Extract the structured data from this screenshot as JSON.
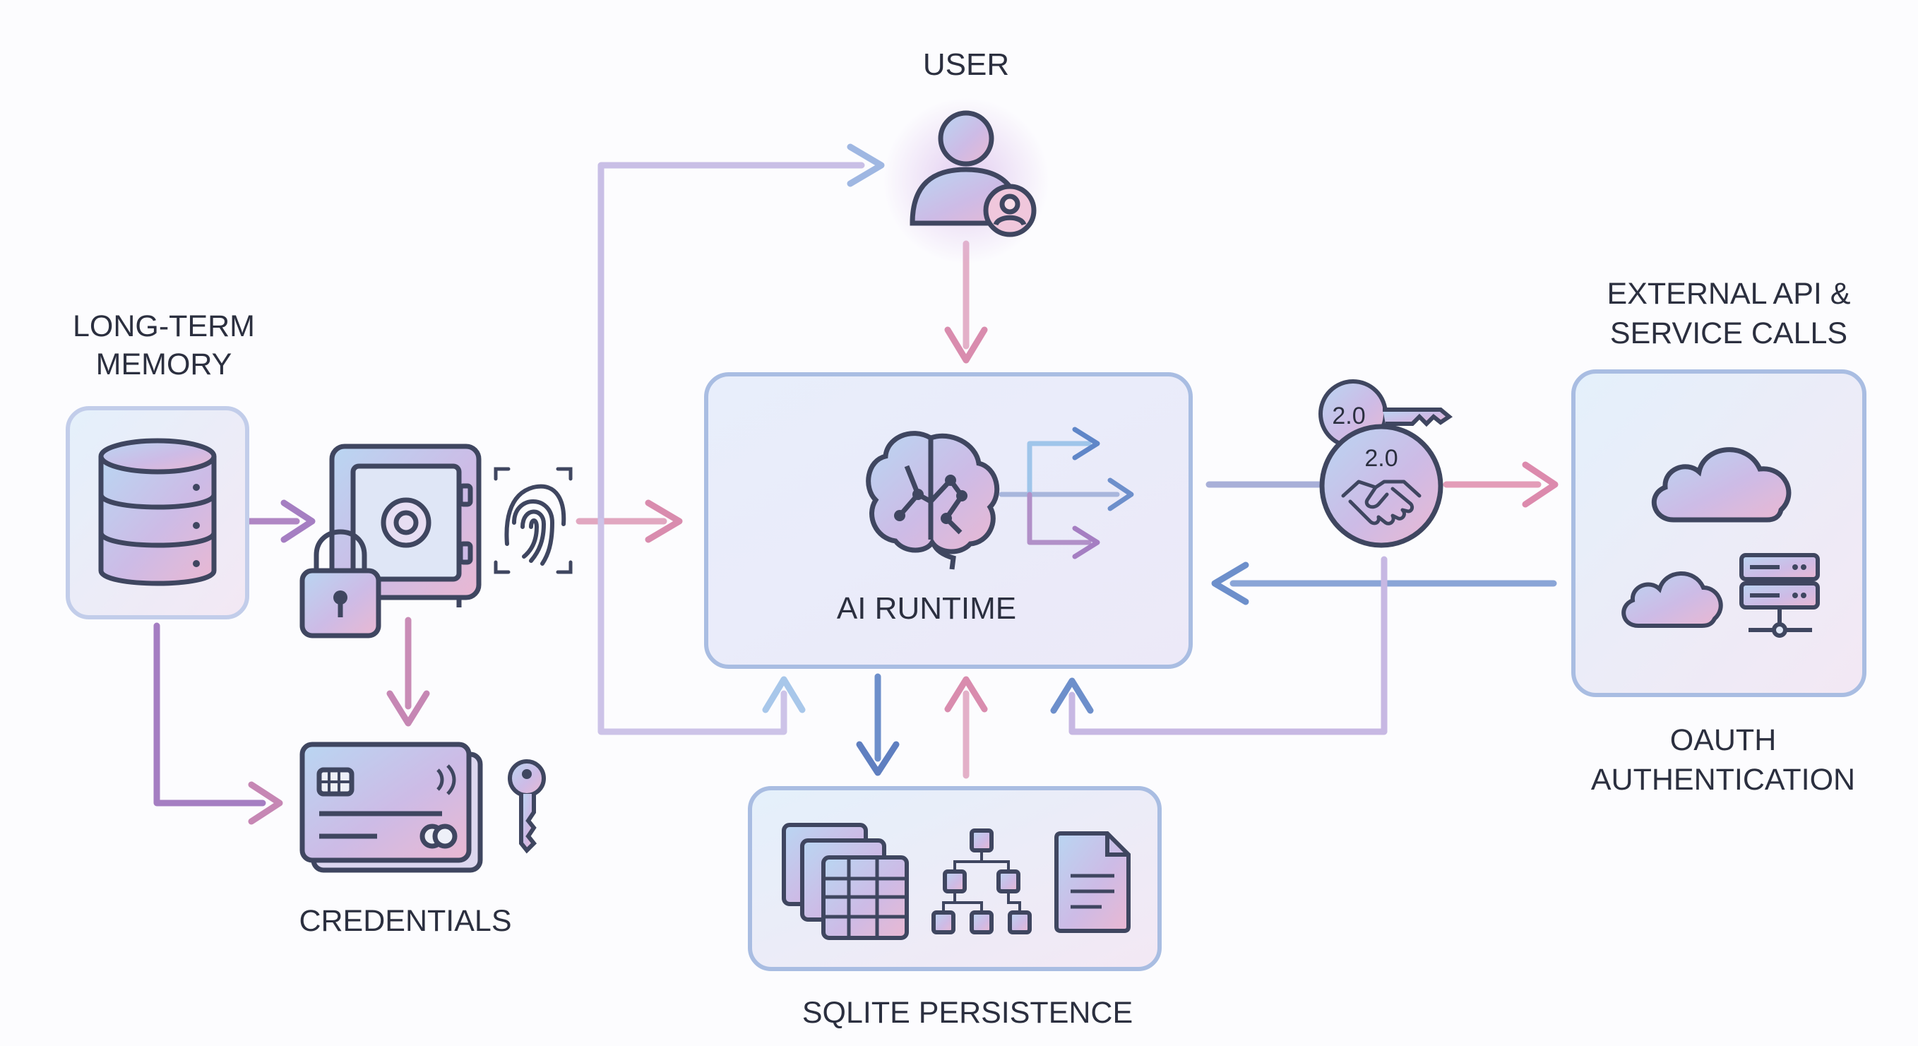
{
  "nodes": {
    "user": "USER",
    "memory_line1": "LONG-TERM",
    "memory_line2": "MEMORY",
    "runtime": "AI RUNTIME",
    "external_line1": "EXTERNAL API &",
    "external_line2": "SERVICE CALLS",
    "oauth_line1": "OAUTH",
    "oauth_line2": "AUTHENTICATION",
    "credentials": "CREDENTIALS",
    "sqlite": "SQLITE PERSISTENCE"
  },
  "oauth_badge": {
    "key_version": "2.0",
    "seal_version": "2.0"
  },
  "icons": [
    "user-icon",
    "database-icon",
    "safe-icon",
    "padlock-icon",
    "fingerprint-icon",
    "brain-icon",
    "branch-arrows-icon",
    "oauth-key-icon",
    "handshake-icon",
    "cloud-icon",
    "server-icon",
    "credit-card-icon",
    "key-icon",
    "table-stack-icon",
    "hierarchy-icon",
    "document-icon"
  ],
  "colors": {
    "stroke": "#3f4660",
    "box_border": "#a9bde2",
    "box_fill": "#e9eefb",
    "pink": "#d98cae",
    "purple": "#a57ec2",
    "blue": "#6d8fcb",
    "lavender": "#c7b8e3",
    "light_blue": "#a8c7ea"
  }
}
